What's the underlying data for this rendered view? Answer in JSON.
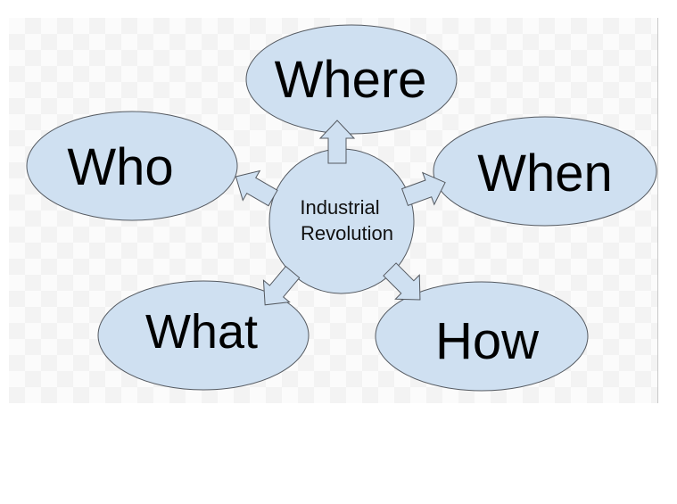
{
  "diagram": {
    "center": {
      "line1": "Industrial",
      "line2": "Revolution"
    },
    "nodes": {
      "where": "Where",
      "who": "Who",
      "when": "When",
      "what": "What",
      "how": "How"
    },
    "colors": {
      "node_fill": "#cfe0f1",
      "node_stroke": "#555a61"
    }
  }
}
